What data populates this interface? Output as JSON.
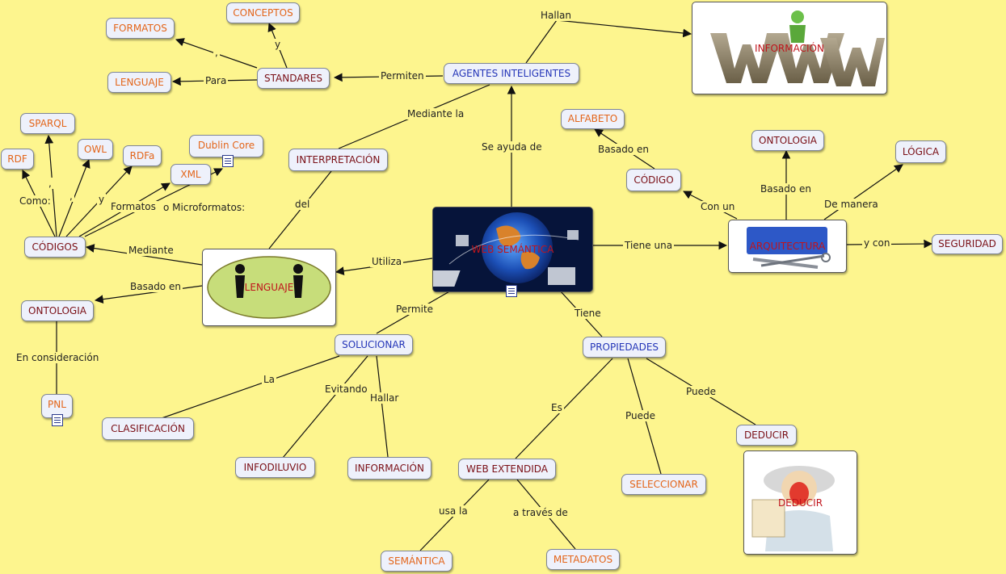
{
  "colors": {
    "background": "#fdf58e",
    "node_fill": "#eef1fb",
    "maroon": "#7a0f16",
    "orange": "#e3651a",
    "blue": "#2536b8",
    "line": "#111111"
  },
  "nodes": {
    "conceptos": "CONCEPTOS",
    "formatos": "FORMATOS",
    "lenguaje": "LENGUAJE",
    "standares": "STANDARES",
    "agentes": "AGENTES INTELIGENTES",
    "informacion_img": "INFORMACIÓN",
    "sparql": "SPARQL",
    "rdf": "RDF",
    "owl": "OWL",
    "rdfa": "RDFa",
    "dublin_core": "Dublin Core",
    "xml": "XML",
    "interpretacion": "INTERPRETACIÓN",
    "alfabeto": "ALFABETO",
    "codigo": "CÓDIGO",
    "ontologia_right": "ONTOLOGIA",
    "logica": "LÓGICA",
    "codigos": "CÓDIGOS",
    "lenguaje_img": "LENGUAJE",
    "web_semantica": "WEB SEMÁNTICA",
    "arquitectura": "ARQUITECTURA",
    "seguridad": "SEGURIDAD",
    "ontologia_left": "ONTOLOGIA",
    "solucionar": "SOLUCIONAR",
    "propiedades": "PROPIEDADES",
    "pnl": "PNL",
    "deducir": "DEDUCIR",
    "clasificacion": "CLASIFICACIÓN",
    "infodiluvio": "INFODILUVIO",
    "informacion": "INFORMACIÓN",
    "web_extendida": "WEB EXTENDIDA",
    "seleccionar": "SELECCIONAR",
    "deducir_img": "DEDUCIR",
    "semantica": "SEMÁNTICA",
    "metadatos": "METADATOS"
  },
  "links": {
    "hallan": "Hallan",
    "y_conceptos": "y",
    "comma_formatos": ",",
    "permiten": "Permiten",
    "para": "Para",
    "mediante_la": "Mediante la",
    "se_ayuda_de": "Se ayuda de",
    "basado_en_alfabeto": "Basado en",
    "basado_en_ontologia": "Basado en",
    "de_manera": "De manera",
    "con_un": "Con un",
    "del": "del",
    "tiene_una": "Tiene una",
    "y_con": "y con",
    "como": "Como:",
    "comma_sparql": ",",
    "comma_owl": ",",
    "y_rdfa": "y",
    "formatos_link": "Formatos",
    "o_microformatos": "o Microformatos:",
    "mediante": "Mediante",
    "utiliza": "Utiliza",
    "basado_en_left": "Basado en",
    "permite": "Permite",
    "tiene": "Tiene",
    "en_consideracion": "En consideración",
    "la": "La",
    "evitando": "Evitando",
    "hallar": "Hallar",
    "es": "Es",
    "puede_seleccionar": "Puede",
    "puede_deducir": "Puede",
    "usa_la": "usa la",
    "a_traves_de": "a través de"
  }
}
